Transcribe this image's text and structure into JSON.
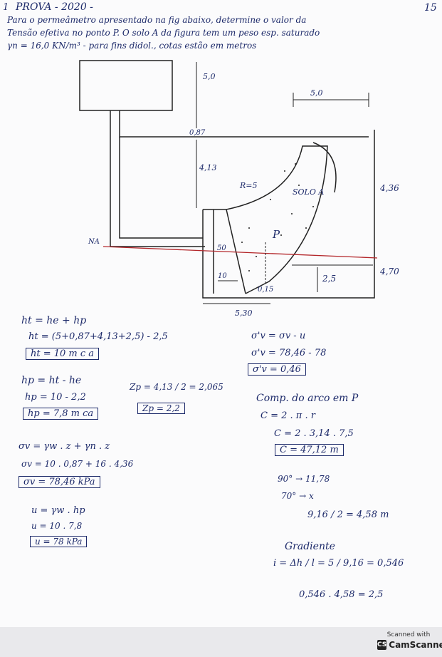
{
  "header": {
    "question_number": "1",
    "title": "PROVA - 2020 -",
    "grade": "15",
    "statement": [
      "Para o permeâmetro apresentado na fig abaixo, determine o valor da",
      "Tensão efetiva no ponto P. O solo A da figura tem um peso esp. saturado",
      "γn = 16,0 KN/m³ - para fins didol., cotas estão em metros"
    ]
  },
  "figure": {
    "labels": {
      "dim_top": "5,0",
      "dim_width": "5,0",
      "dim_087": "0,87",
      "dim_413": "4,13",
      "dim_436": "4,36",
      "radius": "R=5",
      "soil": "SOLO A",
      "point": "P",
      "na": "NA",
      "dim_50": "50",
      "dim_10": "10",
      "dim_15": "0,15",
      "dim_25": "2,5",
      "dim_470": "4,70",
      "dim_530": "5,30"
    }
  },
  "work_left": {
    "ht_line1": "ht = he + hp",
    "ht_line2": "ht = (5+0,87+4,13+2,5) - 2,5",
    "ht_result": "ht = 10 m c a",
    "hp_line1": "hp = ht - he",
    "hp_line2": "hp = 10 - 2,2",
    "hp_result": "hp = 7,8 m ca",
    "zp_line": "Zp = 4,13 / 2 = 2,065",
    "zp_result": "Zp = 2,2",
    "sv_line1": "σv = γw . z + γn . z",
    "sv_line2": "σv = 10 . 0,87 + 16 . 4,36",
    "sv_result": "σv = 78,46 kPa",
    "u_line1": "u = γw . hp",
    "u_line2": "u = 10 . 7,8",
    "u_result": "u = 78 kPa"
  },
  "work_right": {
    "eff_line1": "σ'v = σv - u",
    "eff_line2": "σ'v = 78,46 - 78",
    "eff_result": "σ'v = 0,46",
    "arc_title": "Comp. do arco em P",
    "arc_line1": "C = 2 . π . r",
    "arc_line2": "C = 2 . 3,14 . 7,5",
    "arc_result": "C = 47,12 m",
    "rule_line1": "90° → 11,78",
    "rule_line2": "70° → x",
    "rule_line3": "9,16 / 2 = 4,58 m",
    "grad_title": "Gradiente",
    "grad_line": "i = Δh / l = 5 / 9,16 = 0,546",
    "final_line": "0,546 . 4,58 = 2,5"
  },
  "watermark": {
    "scanned_with": "Scanned with",
    "brand": "CamScanner",
    "logo": "CS"
  }
}
